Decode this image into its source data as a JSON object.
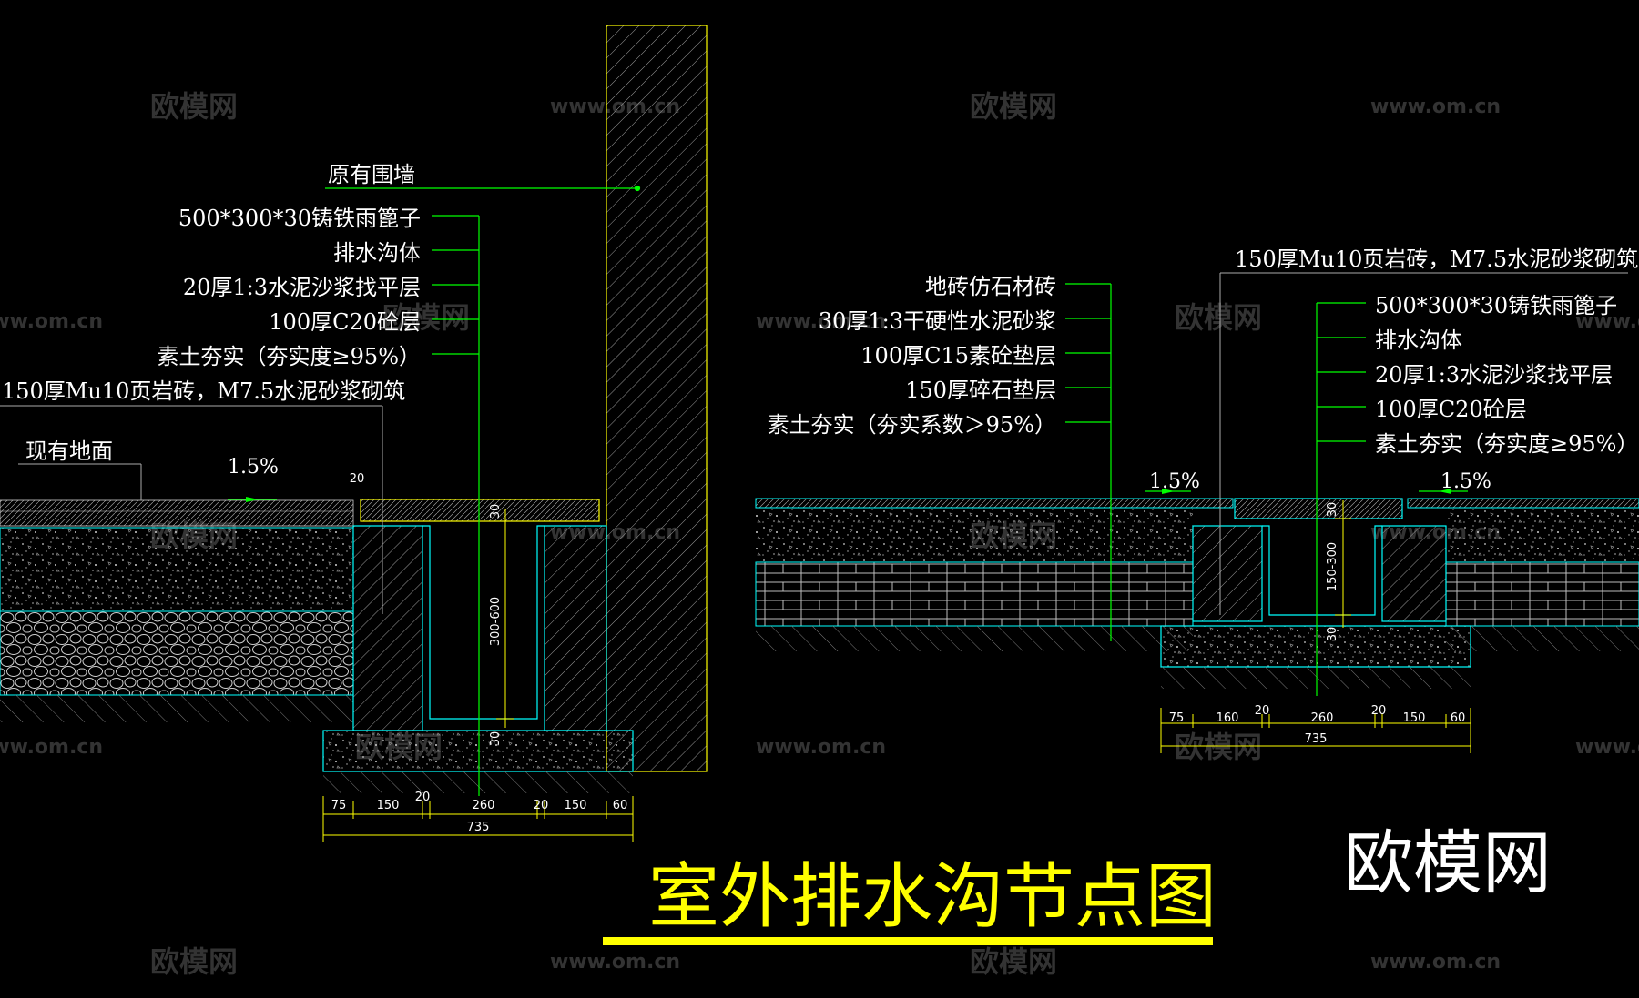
{
  "title": "室外排水沟节点图",
  "brand": "欧模网",
  "watermarks": {
    "cn": "欧模网",
    "url": "www.om.cn"
  },
  "colors": {
    "background": "#000000",
    "leader": "#00ff00",
    "outline": "#00ffff",
    "dimension": "#ffff00",
    "title": "#ffff00",
    "text": "#ffffff"
  },
  "left_detail": {
    "labels": [
      "原有围墙",
      "500*300*30铸铁雨篦子",
      "排水沟体",
      "20厚1:3水泥沙浆找平层",
      "100厚C20砼层",
      "素土夯实（夯实度≥95%）",
      "150厚Mu10页岩砖，M7.5水泥砂浆砌筑",
      "现有地面"
    ],
    "slope": "1.5%",
    "dims_bottom": [
      "75",
      "150",
      "20",
      "260",
      "20",
      "150",
      "60"
    ],
    "total": "735",
    "dim_top": "20",
    "dim_grate": "30",
    "dim_depth": "300-600",
    "dim_base": "30"
  },
  "right_detail": {
    "labels_left": [
      "地砖仿石材砖",
      "30厚1:3干硬性水泥砂浆",
      "100厚C15素砼垫层",
      "150厚碎石垫层",
      "素土夯实（夯实系数＞95%）"
    ],
    "label_top": "150厚Mu10页岩砖，M7.5水泥砂浆砌筑",
    "labels_right": [
      "500*300*30铸铁雨篦子",
      "排水沟体",
      "20厚1:3水泥沙浆找平层",
      "100厚C20砼层",
      "素土夯实（夯实度≥95%）"
    ],
    "slope_left": "1.5%",
    "slope_right": "1.5%",
    "dims_bottom": [
      "75",
      "160",
      "20",
      "260",
      "20",
      "150",
      "60"
    ],
    "total": "735",
    "dim_grate": "30",
    "dim_depth": "150-300",
    "dim_base": "30"
  }
}
